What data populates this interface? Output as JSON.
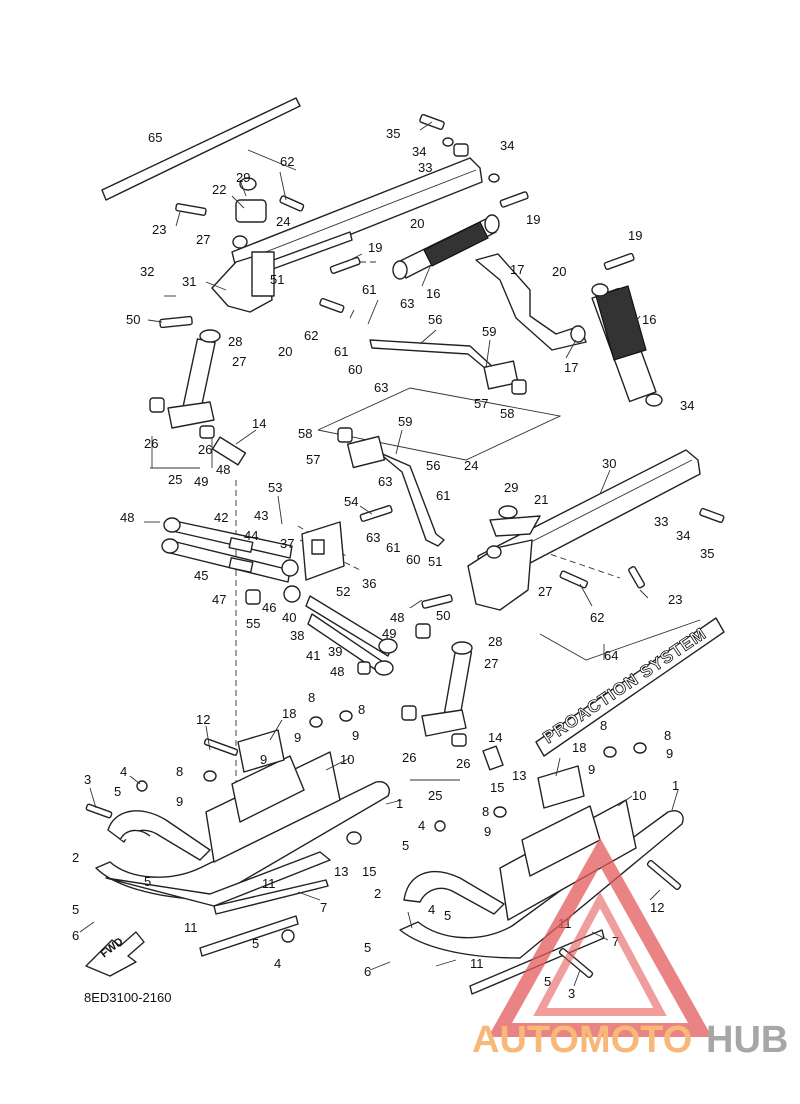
{
  "diagram": {
    "code": "8ED3100-2160",
    "decal_text": "PROACTION SYSTEM",
    "fwd_label": "FWD",
    "watermark": {
      "part1": "AUTOMOTO",
      "part2": "HUB",
      "accent": "#f6a14a",
      "gray": "#8a8a8a",
      "triangle": "#e35b5b"
    }
  },
  "callouts": {
    "c65": "65",
    "c62a": "62",
    "c35a": "35",
    "c34a": "34",
    "c33a": "33",
    "c34b": "34",
    "c29a": "29",
    "c22": "22",
    "c23a": "23",
    "c24a": "24",
    "c20a": "20",
    "c19a": "19",
    "c27a": "27",
    "c19b": "19",
    "c51a": "51",
    "c17a": "17",
    "c19c": "19",
    "c32": "32",
    "c31": "31",
    "c16a": "16",
    "c20b": "20",
    "c50a": "50",
    "c28a": "28",
    "c61a": "61",
    "c63a": "63",
    "c56a": "56",
    "c16b": "16",
    "c62b": "62",
    "c20c": "20",
    "c27b": "27",
    "c61b": "61",
    "c59a": "59",
    "c17b": "17",
    "c60a": "60",
    "c63b": "63",
    "c57a": "57",
    "c58a": "58",
    "c34c": "34",
    "c14a": "14",
    "c26a": "26",
    "c26b": "26",
    "c58b": "58",
    "c59b": "59",
    "c57b": "57",
    "c56b": "56",
    "c30": "30",
    "c25a": "25",
    "c48a": "48",
    "c24b": "24",
    "c29b": "29",
    "c21": "21",
    "c49a": "49",
    "c53": "53",
    "c63c": "63",
    "c61c": "61",
    "c54": "54",
    "c42": "42",
    "c43": "43",
    "c33b": "33",
    "c34d": "34",
    "c35b": "35",
    "c48b": "48",
    "c44": "44",
    "c37": "37",
    "c63d": "63",
    "c60b": "60",
    "c51b": "51",
    "c61d": "61",
    "c45": "45",
    "c47": "47",
    "c46": "46",
    "c52": "52",
    "c50b": "50",
    "c27c": "27",
    "c62c": "62",
    "c23b": "23",
    "c36": "36",
    "c55": "55",
    "c40": "40",
    "c38": "38",
    "c48c": "48",
    "c49b": "49",
    "c28b": "28",
    "c39": "39",
    "c41": "41",
    "c48d": "48",
    "c27d": "27",
    "c64": "64",
    "c12a": "12",
    "c18a": "18",
    "c8a": "8",
    "c8b": "8",
    "c9a": "9",
    "c9b": "9",
    "c8c": "8",
    "c9c": "9",
    "c26c": "26",
    "c26d": "26",
    "c14b": "14",
    "c18b": "18",
    "c8d": "8",
    "c9d": "9",
    "c8e": "8",
    "c9e": "9",
    "c3a": "3",
    "c4a": "4",
    "c5a": "5",
    "c9f": "9",
    "c10a": "10",
    "c1a": "1",
    "c25b": "25",
    "c13a": "13",
    "c15a": "15",
    "c10b": "10",
    "c1b": "1",
    "c8f": "8",
    "c9g": "9",
    "c2a": "2",
    "c5b": "5",
    "c13b": "13",
    "c15b": "15",
    "c4b": "4",
    "c5c": "5",
    "c11a": "11",
    "c7a": "7",
    "c5d": "5",
    "c2b": "2",
    "c4c": "4",
    "c5e": "5",
    "c6a": "6",
    "c11b": "11",
    "c5f": "5",
    "c4d": "4",
    "c12b": "12",
    "c5g": "5",
    "c11c": "11",
    "c7b": "7",
    "c6b": "6",
    "c5h": "5",
    "c11d": "11",
    "c3b": "3"
  }
}
